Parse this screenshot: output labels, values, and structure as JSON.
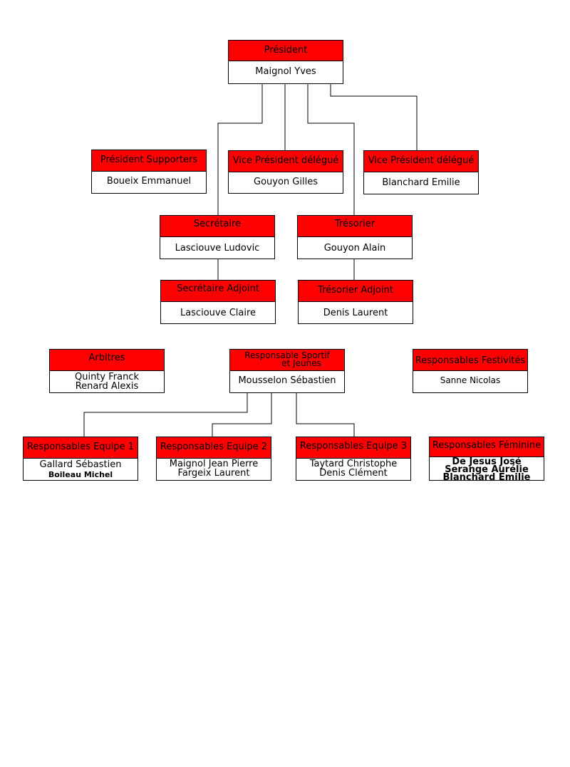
{
  "colors": {
    "header": "#ff0000",
    "border": "#000000",
    "line": "#000000"
  },
  "nodes": {
    "president": {
      "title": "Président",
      "names": [
        "Maignol Yves"
      ]
    },
    "president_supporters": {
      "title": "Président Supporters",
      "names": [
        "Boueix Emmanuel"
      ]
    },
    "vp1": {
      "title": "Vice Président délégué",
      "names": [
        "Gouyon Gilles"
      ]
    },
    "vp2": {
      "title": "Vice Président délégué",
      "names": [
        "Blanchard Emilie"
      ]
    },
    "secretaire": {
      "title": "Secrétaire",
      "names": [
        "Lasciouve Ludovic"
      ]
    },
    "tresorier": {
      "title": "Trésorier",
      "names": [
        "Gouyon Alain"
      ]
    },
    "secretaire_adjoint": {
      "title": "Secrétaire Adjoint",
      "names": [
        "Lasciouve Claire"
      ]
    },
    "tresorier_adjoint": {
      "title": "Trésorier Adjoint",
      "names": [
        "Denis Laurent"
      ]
    },
    "arbitres": {
      "title": "Arbitres",
      "names": [
        "Quinty Franck",
        "Renard Alexis"
      ]
    },
    "sportif": {
      "title_lines": [
        "Responsable Sportif",
        "et Jeunes"
      ],
      "names": [
        "Mousselon Sébastien"
      ]
    },
    "festivites": {
      "title": "Responsables Festivités",
      "names": [
        "Sanne Nicolas"
      ]
    },
    "equipe1": {
      "title": "Responsables Equipe 1",
      "names": [
        "Gallard Sébastien",
        "Boileau Michel"
      ]
    },
    "equipe2": {
      "title": "Responsables Equipe 2",
      "names": [
        "Maignol Jean Pierre",
        "Fargeix Laurent"
      ]
    },
    "equipe3": {
      "title": "Responsables Equipe 3",
      "names": [
        "Taytard Christophe",
        "Denis Clément"
      ]
    },
    "feminine": {
      "title": "Responsables Féminine",
      "names": [
        "De Jesus José",
        "Serange Aurélie",
        "Blanchard Emilie"
      ]
    }
  }
}
